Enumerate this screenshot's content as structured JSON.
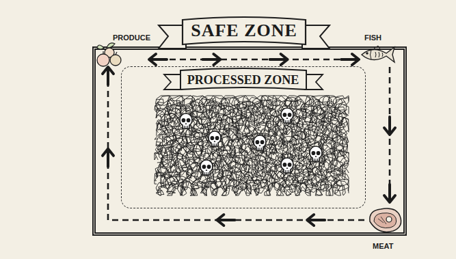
{
  "diagram": {
    "nodes": [
      {
        "text": [
          "SAFE ZONE"
        ]
      },
      {
        "text": [
          "PROCESSED ZONE"
        ],
        "in": 0
      },
      {
        "text": [
          "PRODUCE"
        ]
      },
      {
        "text": [
          "FISH"
        ]
      },
      {
        "text": [
          "MEAT"
        ]
      }
    ],
    "edges": [
      {
        "from": 2,
        "to": 3,
        "arrow": "both"
      },
      {
        "from": 3,
        "to": 4,
        "arrow": "to"
      },
      {
        "from": 4,
        "to": 2,
        "arrow": "to"
      }
    ]
  }
}
